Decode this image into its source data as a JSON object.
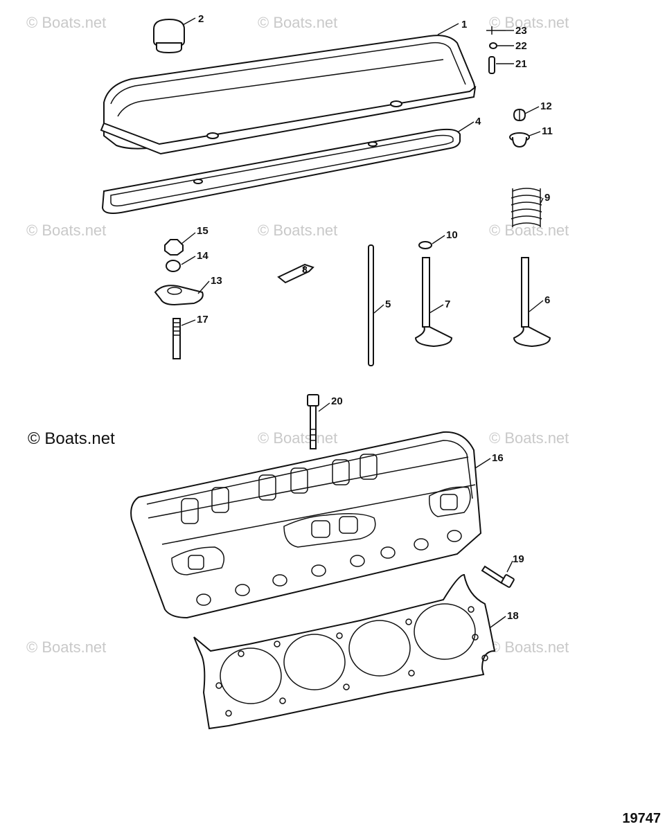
{
  "watermark": "© Boats.net",
  "figure_number": "19747",
  "callouts": [
    "1",
    "2",
    "4",
    "5",
    "6",
    "7",
    "8",
    "9",
    "10",
    "11",
    "12",
    "13",
    "14",
    "15",
    "16",
    "17",
    "18",
    "19",
    "20",
    "21",
    "22",
    "23"
  ],
  "parts": [
    {
      "ref": "1",
      "icon": "valve-cover-icon"
    },
    {
      "ref": "2",
      "icon": "oil-filler-cap-icon"
    },
    {
      "ref": "4",
      "icon": "valve-cover-gasket-icon"
    },
    {
      "ref": "5",
      "icon": "push-rod-icon"
    },
    {
      "ref": "6",
      "icon": "exhaust-valve-icon"
    },
    {
      "ref": "7",
      "icon": "intake-valve-icon"
    },
    {
      "ref": "8",
      "icon": "push-rod-guide-icon"
    },
    {
      "ref": "9",
      "icon": "valve-spring-icon"
    },
    {
      "ref": "10",
      "icon": "valve-seal-icon"
    },
    {
      "ref": "11",
      "icon": "spring-retainer-icon"
    },
    {
      "ref": "12",
      "icon": "valve-keeper-icon"
    },
    {
      "ref": "13",
      "icon": "rocker-arm-icon"
    },
    {
      "ref": "14",
      "icon": "rocker-ball-icon"
    },
    {
      "ref": "15",
      "icon": "rocker-nut-icon"
    },
    {
      "ref": "16",
      "icon": "cylinder-head-icon"
    },
    {
      "ref": "17",
      "icon": "rocker-stud-icon"
    },
    {
      "ref": "18",
      "icon": "head-gasket-icon"
    },
    {
      "ref": "19",
      "icon": "short-head-bolt-icon"
    },
    {
      "ref": "20",
      "icon": "long-head-bolt-icon"
    },
    {
      "ref": "21",
      "icon": "pin-icon"
    },
    {
      "ref": "22",
      "icon": "washer-icon"
    },
    {
      "ref": "23",
      "icon": "clip-icon"
    }
  ]
}
